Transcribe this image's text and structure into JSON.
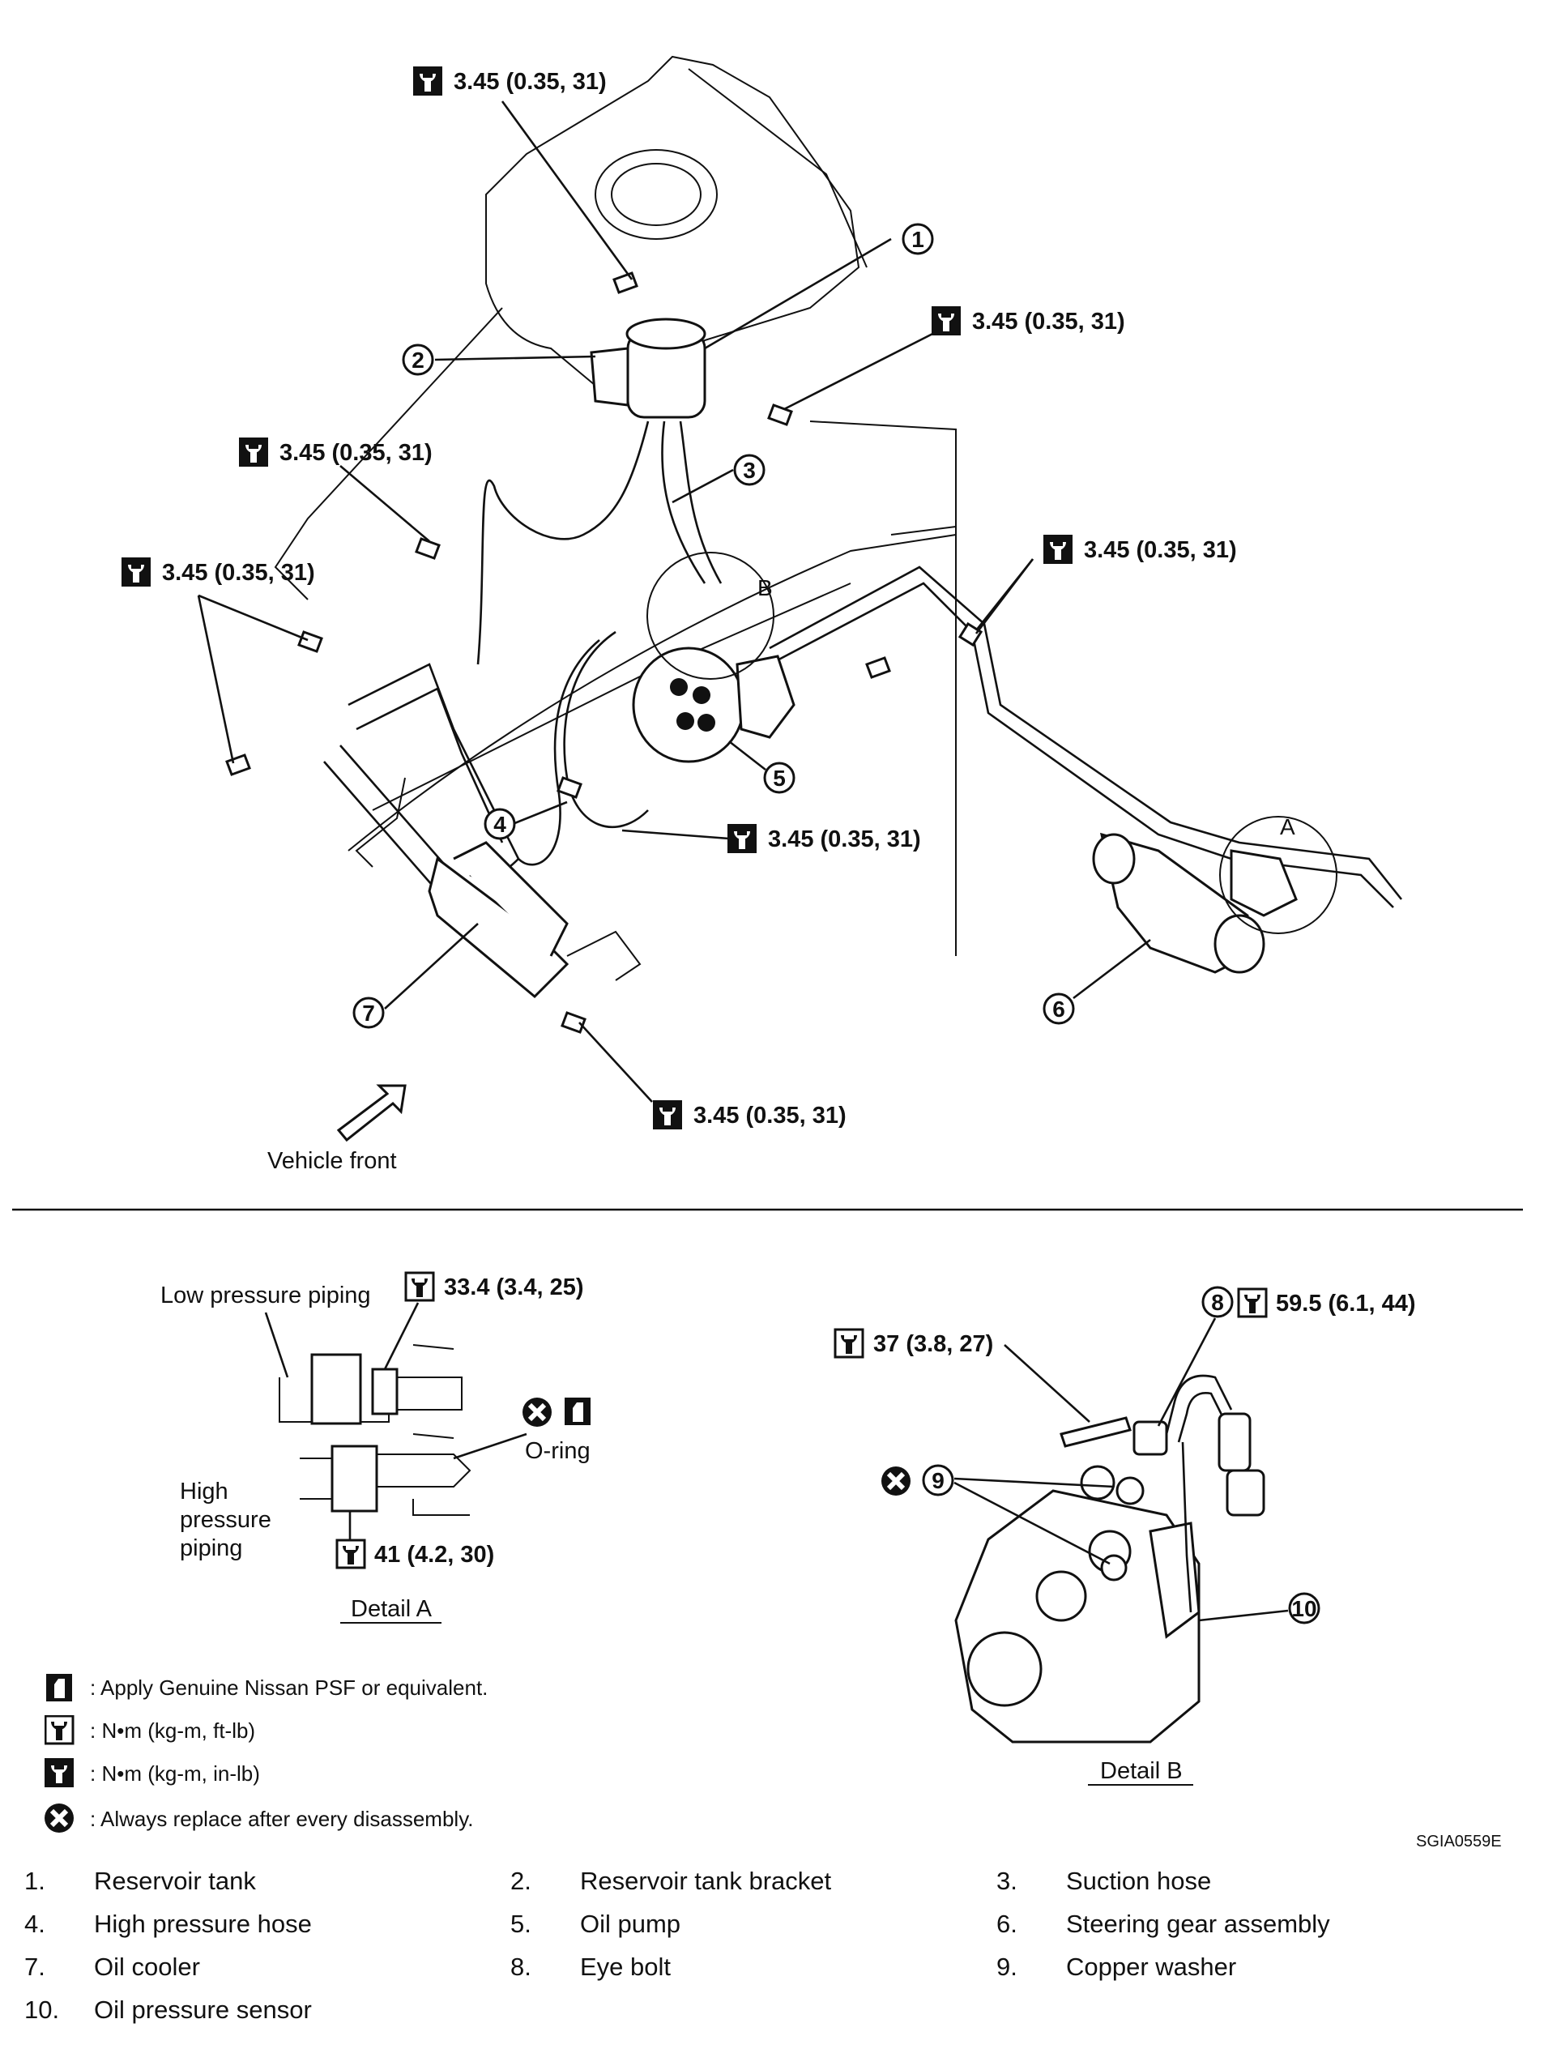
{
  "torque_labels": {
    "t1": "3.45 (0.35, 31)",
    "t2": "3.45 (0.35, 31)",
    "t3": "3.45 (0.35, 31)",
    "t4": "3.45 (0.35, 31)",
    "t5": "3.45 (0.35, 31)",
    "t6": "3.45 (0.35, 31)",
    "t7": "3.45 (0.35, 31)"
  },
  "callouts": [
    "1",
    "2",
    "3",
    "4",
    "5",
    "6",
    "7",
    "8",
    "9",
    "10"
  ],
  "detail_letters": {
    "a": "A",
    "b": "B"
  },
  "vehicle_front": "Vehicle front",
  "detail_a": {
    "low_pressure": "Low pressure piping",
    "torque_low": "33.4 (3.4, 25)",
    "oring": "O-ring",
    "high_pressure_lines": [
      "High",
      "pressure",
      "piping"
    ],
    "torque_high": "41 (4.2, 30)",
    "caption": "Detail A"
  },
  "detail_b": {
    "torque_bolt": "37 (3.8, 27)",
    "torque_eye": "59.5 (6.1, 44)",
    "caption": "Detail B"
  },
  "legend": {
    "psf": ":  Apply Genuine Nissan PSF or equivalent.",
    "nm_ftlb": ":  N•m  (kg-m,  ft-lb)",
    "nm_inlb": ":  N•m  (kg-m,  in-lb)",
    "replace": ": Always replace after every disassembly."
  },
  "figure_code": "SGIA0559E",
  "parts": [
    {
      "num": "1.",
      "name": "Reservoir tank"
    },
    {
      "num": "2.",
      "name": "Reservoir tank bracket"
    },
    {
      "num": "3.",
      "name": "Suction hose"
    },
    {
      "num": "4.",
      "name": "High pressure hose"
    },
    {
      "num": "5.",
      "name": "Oil pump"
    },
    {
      "num": "6.",
      "name": "Steering gear assembly"
    },
    {
      "num": "7.",
      "name": "Oil cooler"
    },
    {
      "num": "8.",
      "name": "Eye bolt"
    },
    {
      "num": "9.",
      "name": "Copper washer"
    },
    {
      "num": "10.",
      "name": "Oil pressure sensor"
    }
  ]
}
